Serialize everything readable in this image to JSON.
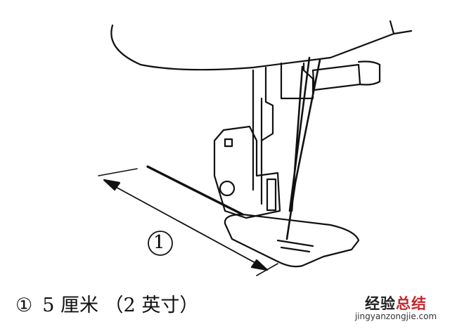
{
  "figure": {
    "callout_marker": "①",
    "caption": {
      "marker": "①",
      "text": "5 厘米 （2 英寸）"
    },
    "watermark": {
      "line1a": "经验",
      "line1b": "总结",
      "line2": "jingyanzongjie.com",
      "color_dark": "#222222",
      "color_red": "#c0282d"
    }
  }
}
